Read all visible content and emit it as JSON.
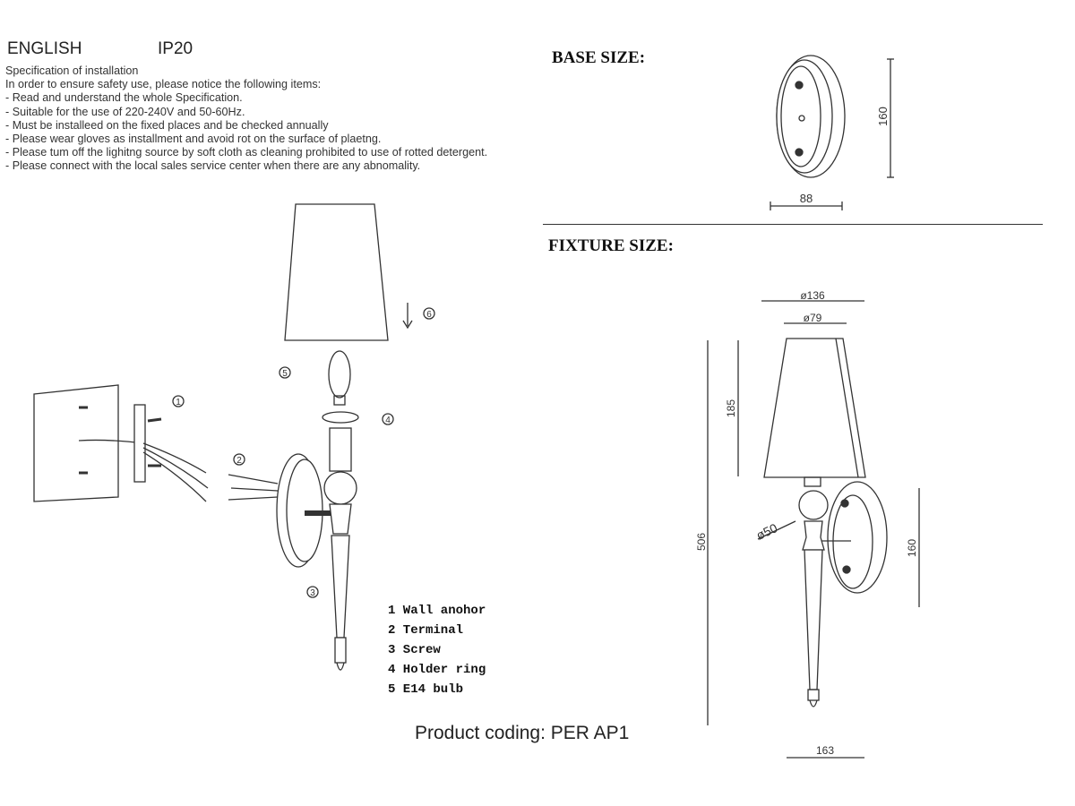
{
  "header": {
    "language": "ENGLISH",
    "rating": "IP20"
  },
  "spec": {
    "title": "Specification of installation",
    "intro": "In order to ensure safety use, please notice the following items:",
    "items": [
      "- Read and understand the whole Specification.",
      "- Suitable for the use of 220-240V and 50-60Hz.",
      "- Must be installeed on the fixed places and be checked annually",
      "- Please wear gloves as installment and avoid rot on the surface of plaetng.",
      "- Please tum off the lighitng source by soft cloth as cleaning prohibited to use of rotted detergent.",
      "- Please connect with the local sales service center when there are any abnomality."
    ]
  },
  "base_size": {
    "title": "BASE SIZE:",
    "height": "160",
    "width": "88"
  },
  "fixture_size": {
    "title": "FIXTURE SIZE:",
    "shade_bottom": "ø136",
    "shade_top": "ø79",
    "shade_height": "185",
    "total_height": "506",
    "ball": "ø50",
    "base_height": "160",
    "depth": "163"
  },
  "callouts": [
    "1",
    "2",
    "3",
    "4",
    "5",
    "6"
  ],
  "parts": [
    "1 Wall anohor",
    "2 Terminal",
    "3 Screw",
    "4 Holder ring",
    "5 E14 bulb"
  ],
  "product_coding": "Product coding: PER AP1"
}
